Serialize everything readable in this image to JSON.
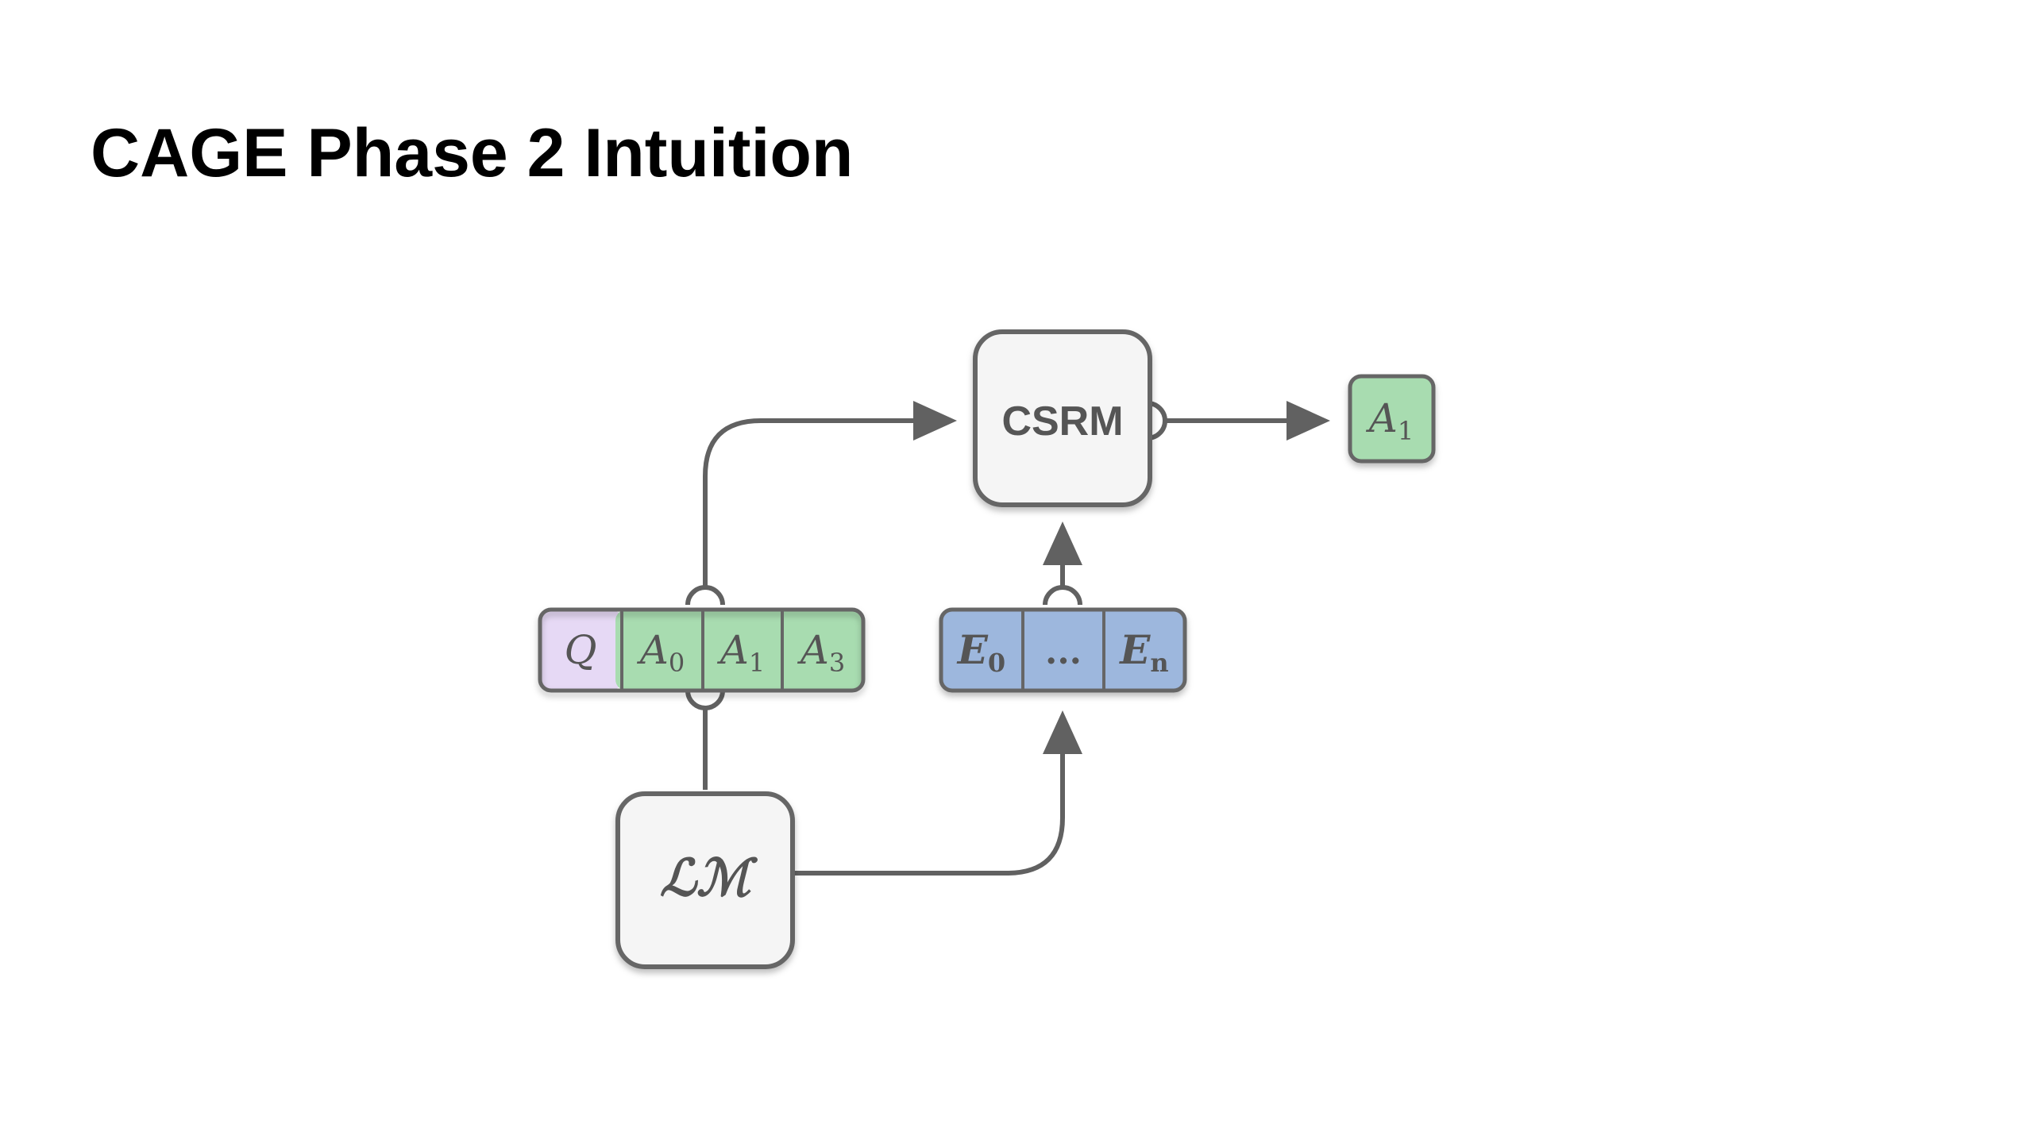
{
  "slide": {
    "title": "CAGE Phase 2 Intuition"
  },
  "diagram": {
    "csrm": {
      "label": "CSRM"
    },
    "lm": {
      "label": "ℒℳ"
    },
    "output": {
      "base": "A",
      "sub": "1"
    },
    "sequence_cells": [
      {
        "base": "Q",
        "sub": "",
        "color": "#e6d9f5"
      },
      {
        "base": "A",
        "sub": "0",
        "color": "#a8dcb0"
      },
      {
        "base": "A",
        "sub": "1",
        "color": "#a8dcb0"
      },
      {
        "base": "A",
        "sub": "3",
        "color": "#a8dcb0"
      }
    ],
    "embedding_cells": [
      {
        "base": "E",
        "sub": "0",
        "color": "#9db7dd"
      },
      {
        "base": "...",
        "sub": "",
        "color": "#9db7dd"
      },
      {
        "base": "E",
        "sub": "n",
        "color": "#9db7dd"
      }
    ],
    "colors": {
      "arrow": "#616161",
      "box_fill": "#f5f5f5",
      "box_stroke": "#666666",
      "green": "#a8dcb0",
      "purple": "#e6d9f5",
      "blue": "#9db7dd"
    }
  }
}
